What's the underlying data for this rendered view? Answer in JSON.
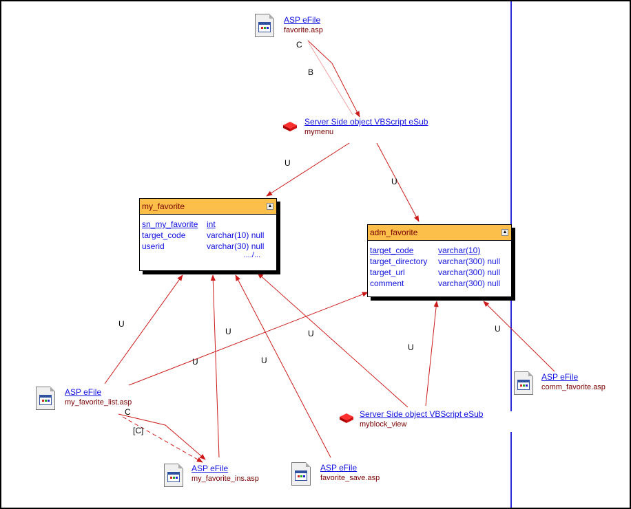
{
  "nodes": {
    "favorite": {
      "type": "ASP eFile",
      "name": "favorite.asp"
    },
    "mymenu": {
      "type": "Server Side object VBScript eSub",
      "name": "mymenu"
    },
    "my_favorite_list": {
      "type": "ASP eFile",
      "name": "my_favorite_list.asp"
    },
    "my_favorite_ins": {
      "type": "ASP eFile",
      "name": "my_favorite_ins.asp"
    },
    "favorite_save": {
      "type": "ASP eFile",
      "name": "favorite_save.asp"
    },
    "myblock_view": {
      "type": "Server Side object VBScript eSub",
      "name": "myblock_view"
    },
    "comm_favorite": {
      "type": "ASP eFile",
      "name": "comm_favorite.asp"
    }
  },
  "tables": {
    "my_favorite": {
      "title": "my_favorite",
      "rows": [
        {
          "col": "sn_my_favorite",
          "type": "int"
        },
        {
          "col": "target_code",
          "type": "varchar(10) null"
        },
        {
          "col": "userid",
          "type": "varchar(30) null"
        }
      ],
      "more": "..../..."
    },
    "adm_favorite": {
      "title": "adm_favorite",
      "rows": [
        {
          "col": "target_code",
          "type": "varchar(10)"
        },
        {
          "col": "target_directory",
          "type": "varchar(300) null"
        },
        {
          "col": "target_url",
          "type": "varchar(300) null"
        },
        {
          "col": "comment",
          "type": "varchar(300) null"
        }
      ]
    }
  },
  "edge_labels": {
    "fav_c": "C",
    "fav_b": "B",
    "menu_u1": "U",
    "menu_u2": "U",
    "list_u1": "U",
    "list_u2": "U",
    "ins_u": "U",
    "save_u": "U",
    "block_u1": "U",
    "block_u2": "U",
    "comm_u": "U",
    "list_c": "C",
    "list_cc": "[C]"
  },
  "colors": {
    "edge": "#cc1a1a",
    "edge_light": "#f0a0a0",
    "table_header": "#fbbf4a",
    "link": "#1010e0",
    "name": "#7a0000",
    "divider": "#2b2bd8"
  }
}
